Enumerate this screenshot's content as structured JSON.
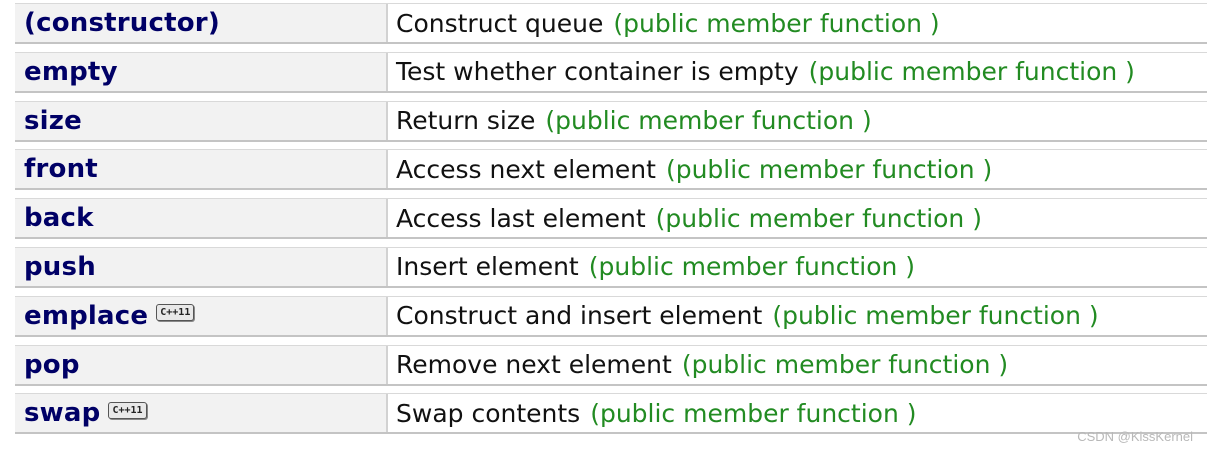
{
  "rows": [
    {
      "name": "(constructor)",
      "badge": "",
      "description": "Construct queue",
      "kind": "(public member function )"
    },
    {
      "name": "empty",
      "badge": "",
      "description": "Test whether container is empty",
      "kind": "(public member function )"
    },
    {
      "name": "size",
      "badge": "",
      "description": "Return size",
      "kind": "(public member function )"
    },
    {
      "name": "front",
      "badge": "",
      "description": "Access next element",
      "kind": "(public member function )"
    },
    {
      "name": "back",
      "badge": "",
      "description": "Access last element",
      "kind": "(public member function )"
    },
    {
      "name": "push",
      "badge": "",
      "description": "Insert element",
      "kind": "(public member function )"
    },
    {
      "name": "emplace",
      "badge": "C++11",
      "description": "Construct and insert element",
      "kind": "(public member function )"
    },
    {
      "name": "pop",
      "badge": "",
      "description": "Remove next element",
      "kind": "(public member function )"
    },
    {
      "name": "swap",
      "badge": "C++11",
      "description": "Swap contents",
      "kind": "(public member function )"
    }
  ],
  "watermark": "CSDN @KissKernel",
  "colors": {
    "name": "#000066",
    "kind": "#228b22",
    "row_bg": "#f2f2f2"
  }
}
